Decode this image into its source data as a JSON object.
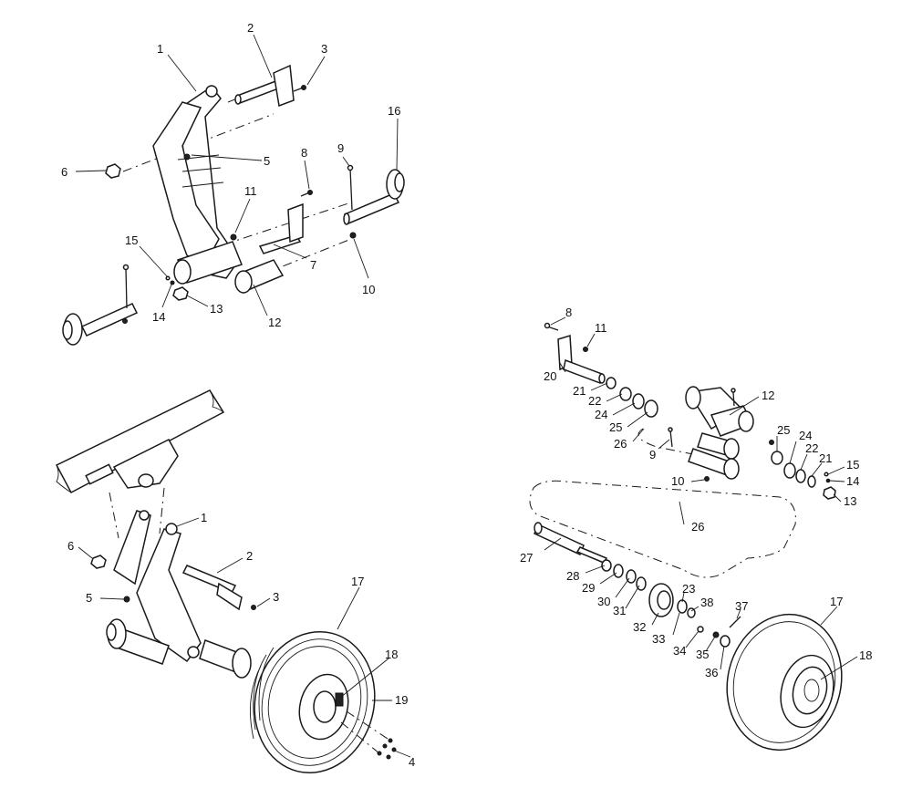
{
  "callouts": {
    "view_a": [
      "1",
      "2",
      "3",
      "5",
      "6",
      "7",
      "8",
      "9",
      "10",
      "11",
      "12",
      "13",
      "14",
      "15",
      "16"
    ],
    "view_b": [
      "1",
      "2",
      "3",
      "4",
      "5",
      "6",
      "17",
      "18",
      "19"
    ],
    "view_c": [
      "8",
      "9",
      "10",
      "11",
      "12",
      "13",
      "14",
      "15",
      "17",
      "18",
      "20",
      "21",
      "21",
      "22",
      "22",
      "23",
      "24",
      "24",
      "25",
      "25",
      "26",
      "26",
      "27",
      "28",
      "29",
      "30",
      "31",
      "32",
      "33",
      "34",
      "35",
      "36",
      "37",
      "38"
    ]
  }
}
